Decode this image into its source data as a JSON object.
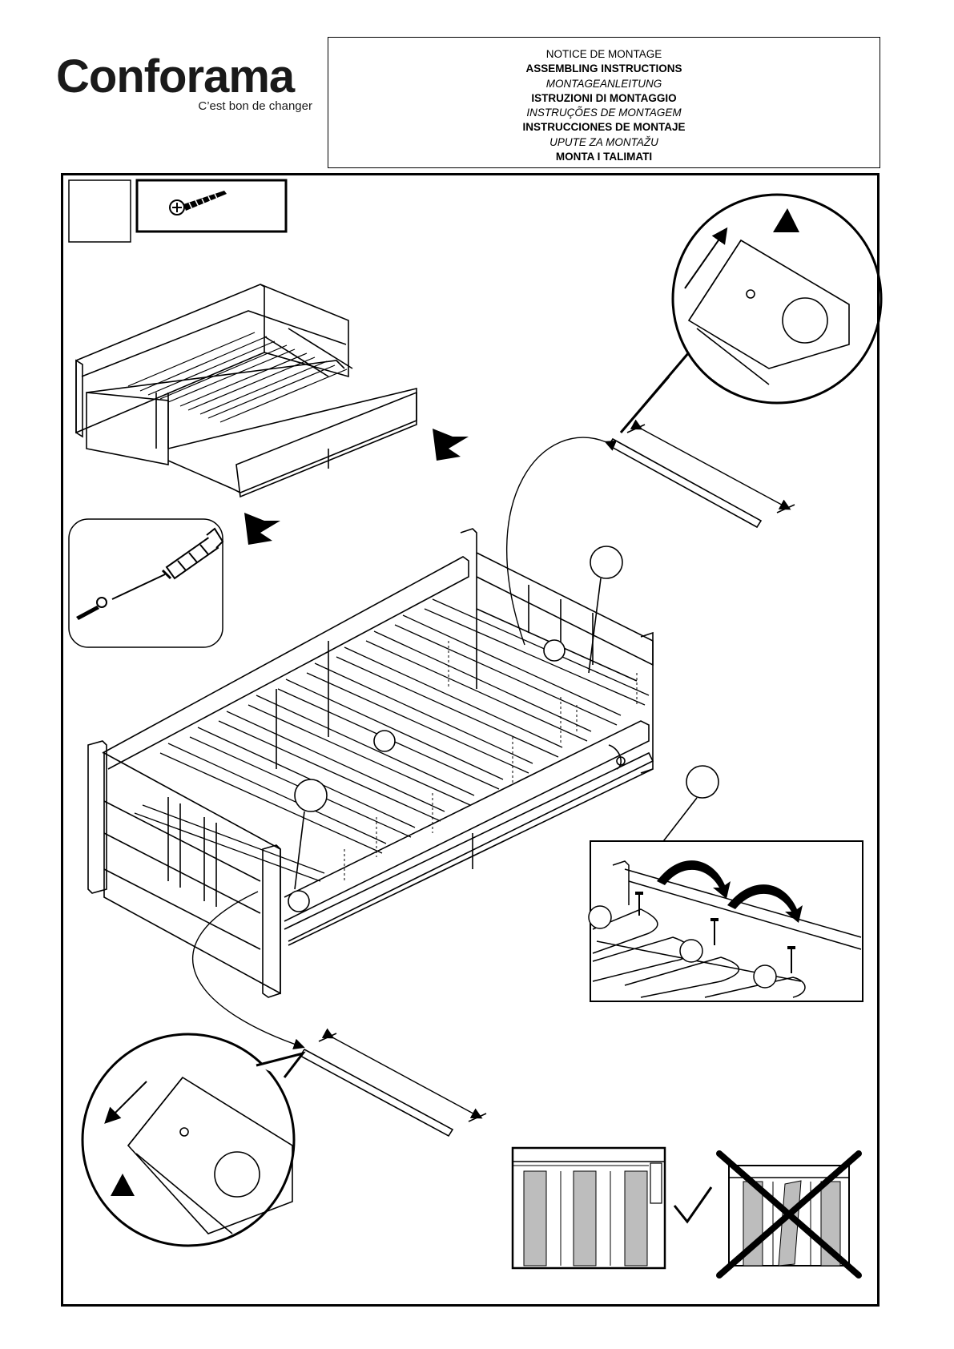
{
  "header": {
    "brand": "Conforama",
    "tagline": "C’est bon de changer",
    "titles": [
      {
        "text": "NOTICE DE MONTAGE",
        "style": "regular"
      },
      {
        "text": "ASSEMBLING INSTRUCTIONS",
        "style": "bold"
      },
      {
        "text": "MONTAGEANLEITUNG",
        "style": "italic"
      },
      {
        "text": "ISTRUZIONI DI MONTAGGIO",
        "style": "bold"
      },
      {
        "text": "INSTRUÇÕES DE MONTAGEM",
        "style": "italic"
      },
      {
        "text": "INSTRUCCIONES DE MONTAJE",
        "style": "bold"
      },
      {
        "text": "UPUTE ZA MONTAŽU",
        "style": "italic"
      },
      {
        "text": "MONTA I TALIMATI",
        "style": "bold"
      }
    ]
  },
  "icons": {
    "screw": "screw-icon",
    "screwdriver": "screwdriver-icon",
    "check": "checkmark-icon",
    "cross": "cross-out-icon",
    "triangle": "triangle-marker-icon"
  }
}
